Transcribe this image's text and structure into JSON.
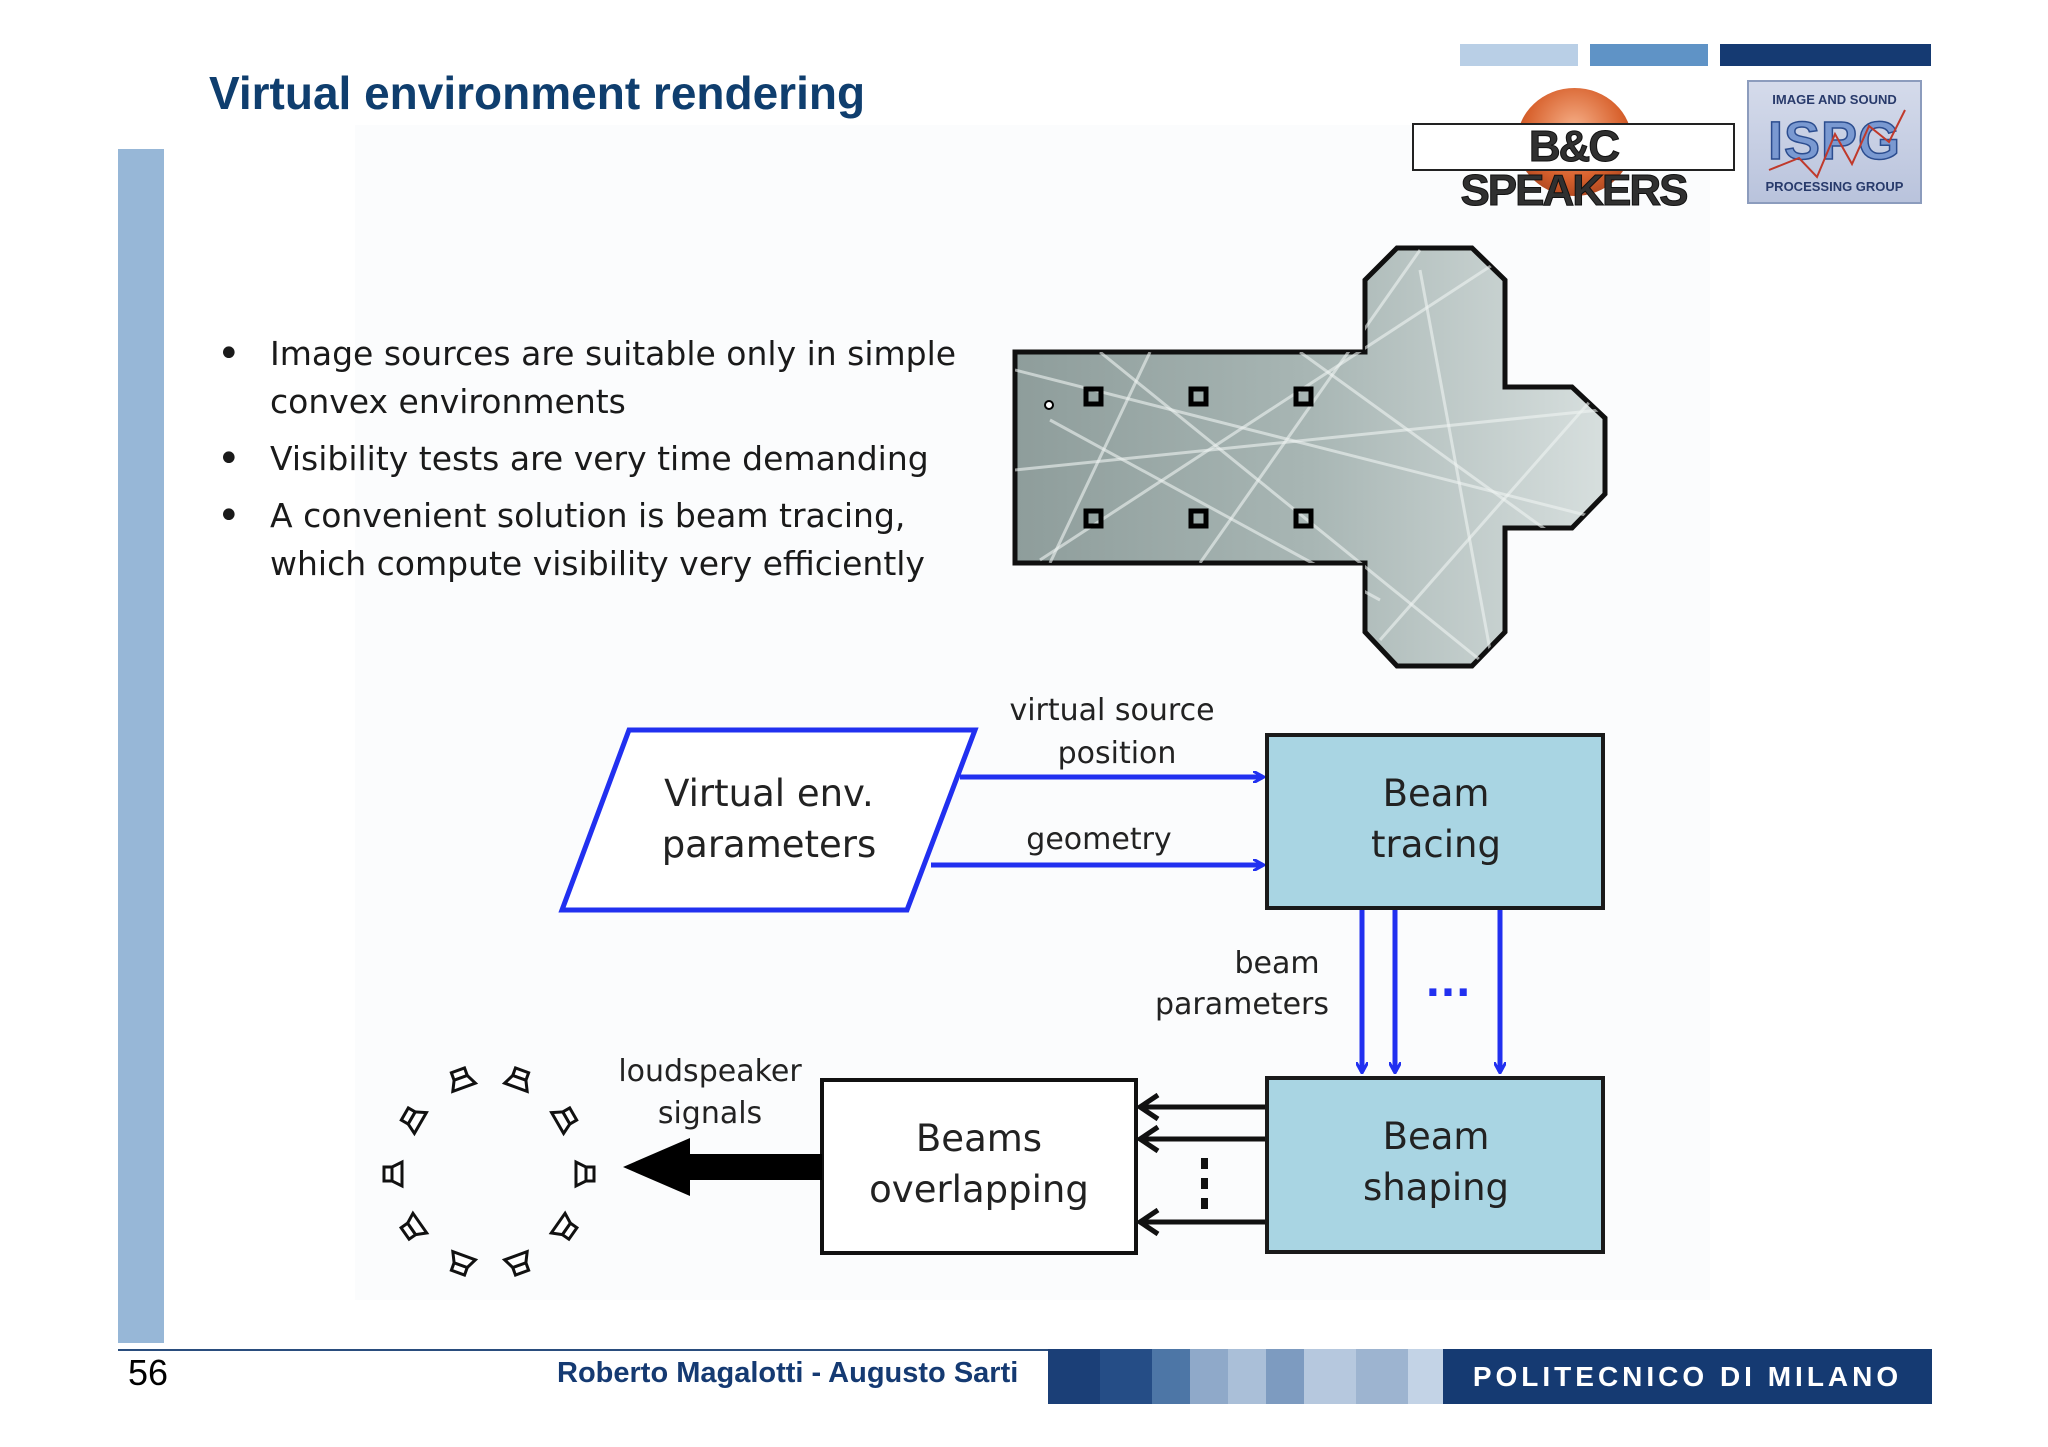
{
  "slide": {
    "title": "Virtual environment rendering",
    "bullets": [
      {
        "text": "Image sources are suitable only in simple convex environments"
      },
      {
        "text": "Visibility tests are very time demanding"
      },
      {
        "text": "A convenient solution is beam tracing, which compute visibility very efficiently"
      }
    ]
  },
  "logos": {
    "bc_speakers": "B&C SPEAKERS",
    "ispg_top": "IMAGE AND SOUND",
    "ispg_mid": "ISPG",
    "ispg_bottom": "PROCESSING GROUP"
  },
  "diagram": {
    "virtual_env_line1": "Virtual env.",
    "virtual_env_line2": "parameters",
    "virtual_source_line1": "virtual source",
    "virtual_source_line2": "position",
    "geometry": "geometry",
    "beam_tracing_line1": "Beam",
    "beam_tracing_line2": "tracing",
    "beam_params_line1": "beam",
    "beam_params_line2": "parameters",
    "ellipsis": "...",
    "beam_shaping_line1": "Beam",
    "beam_shaping_line2": "shaping",
    "beams_overlapping_line1": "Beams",
    "beams_overlapping_line2": "overlapping",
    "loudspeaker_line1": "loudspeaker",
    "loudspeaker_line2": "signals",
    "colors": {
      "flow_blue": "#2130f0",
      "box_fill": "#a9d5e3",
      "room_fill": "#9aa8a7"
    }
  },
  "footer": {
    "page_number": "56",
    "authors": "Roberto Magalotti - Augusto Sarti",
    "institution": "POLITECNICO DI MILANO"
  }
}
